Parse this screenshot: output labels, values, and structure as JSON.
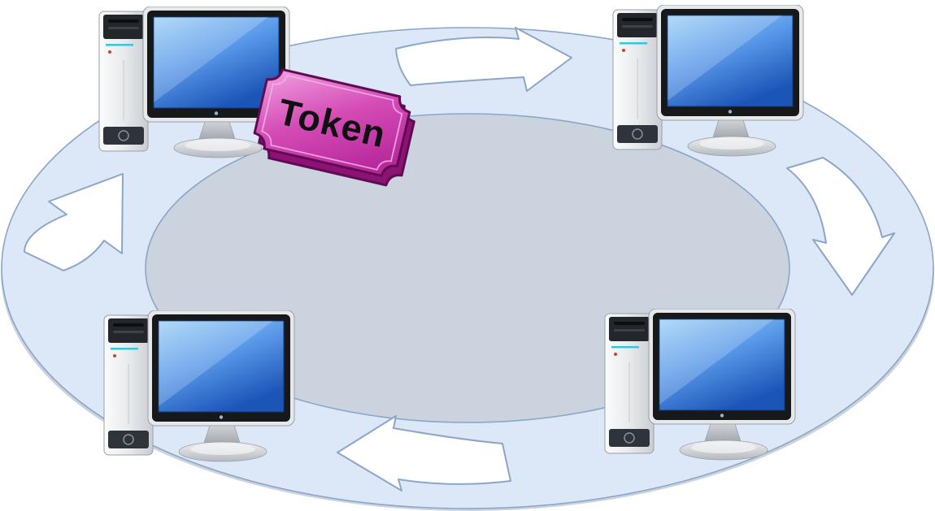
{
  "diagram": {
    "type": "token-ring-network",
    "token_label": "Token",
    "flow_direction": "clockwise",
    "node_count": 4,
    "nodes": [
      {
        "id": "computer-top-left"
      },
      {
        "id": "computer-top-right"
      },
      {
        "id": "computer-bottom-right"
      },
      {
        "id": "computer-bottom-left"
      }
    ],
    "arrows": [
      {
        "id": "arrow-top",
        "direction": "right"
      },
      {
        "id": "arrow-right",
        "direction": "down"
      },
      {
        "id": "arrow-bottom",
        "direction": "left"
      },
      {
        "id": "arrow-left",
        "direction": "up"
      }
    ],
    "colors": {
      "background": "#ffffff",
      "ring_fill": "#dce8f7",
      "ring_stroke": "#8ba6c8",
      "ring_shadow": "#b9c4d4",
      "arrow_fill": "#ffffff",
      "arrow_stroke": "#8ba6c8",
      "token_light": "#ef9ade",
      "token_dark": "#b01f95",
      "token_side": "#8c1273",
      "token_border": "#5f0c53",
      "token_text": "#101010",
      "screen_top": "#9ed1f7",
      "screen_bottom": "#1c55b8",
      "monitor_bezel": "#17181a",
      "tower_body": "#e8eaec"
    }
  }
}
